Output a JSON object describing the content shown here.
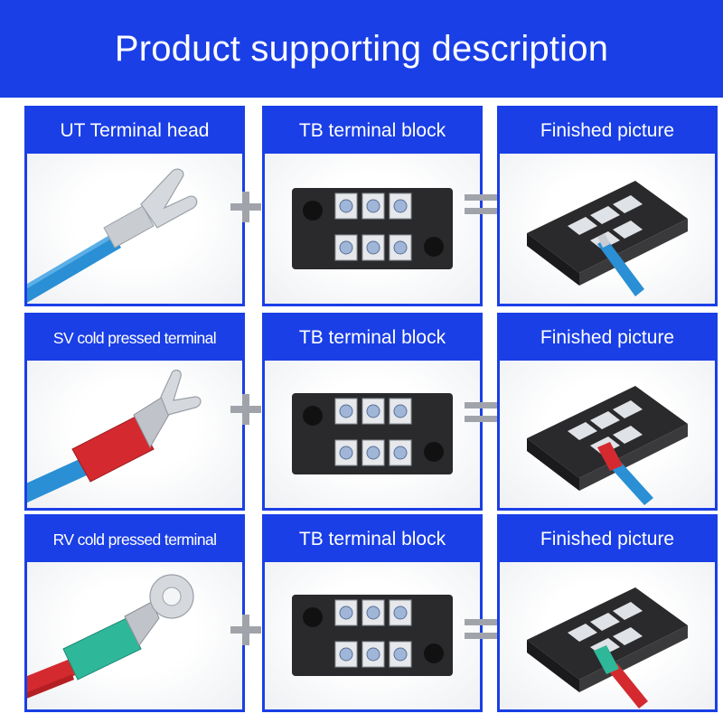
{
  "header": {
    "title": "Product supporting description",
    "background": "#1a3fe6"
  },
  "rows": [
    {
      "terminal": {
        "label": "UT Terminal head",
        "wire_color": "#2a8fd4",
        "sleeve_color": "#c9ccd1"
      },
      "block": {
        "label": "TB terminal block"
      },
      "result": {
        "label": "Finished picture",
        "wire_color": "#2a8fd4",
        "sleeve_color": "#c9ccd1"
      }
    },
    {
      "terminal": {
        "label": "SV cold pressed terminal",
        "wire_color": "#2a8fd4",
        "sleeve_color": "#d42a2f"
      },
      "block": {
        "label": "TB terminal block"
      },
      "result": {
        "label": "Finished picture",
        "wire_color": "#2a8fd4",
        "sleeve_color": "#d42a2f"
      }
    },
    {
      "terminal": {
        "label": "RV cold pressed terminal",
        "wire_color": "#d42a2f",
        "sleeve_color": "#2fb79a"
      },
      "block": {
        "label": "TB terminal block"
      },
      "result": {
        "label": "Finished picture",
        "wire_color": "#d42a2f",
        "sleeve_color": "#2fb79a"
      }
    }
  ],
  "icons": {
    "plus": "plus-icon",
    "equals": "equals-icon"
  }
}
